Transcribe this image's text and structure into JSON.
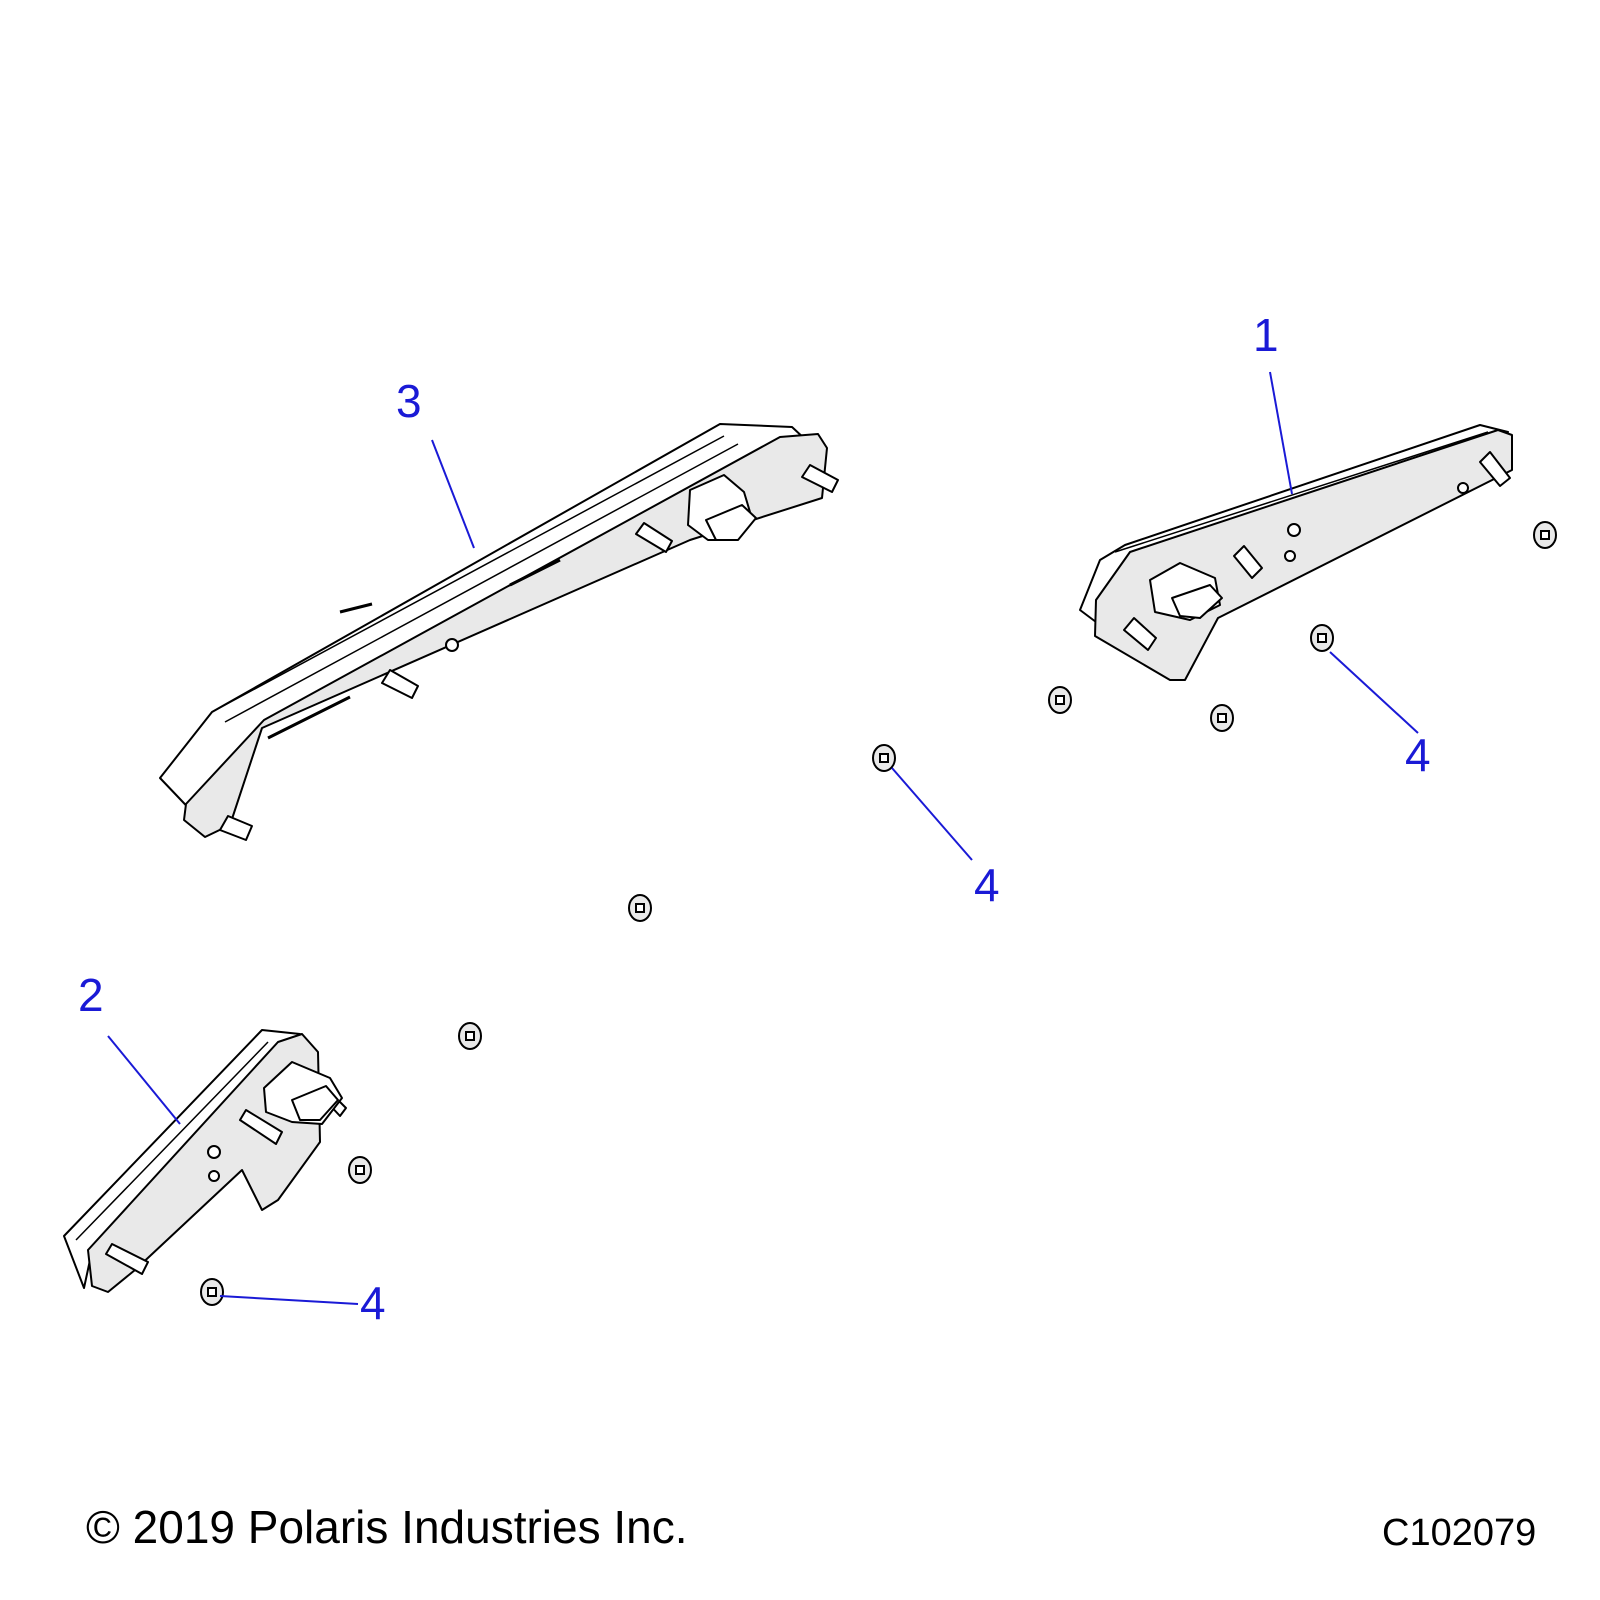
{
  "callouts": {
    "c1": "1",
    "c2": "2",
    "c3": "3",
    "c4a": "4",
    "c4b": "4",
    "c4c": "4"
  },
  "footer": {
    "copyright": "© 2019 Polaris Industries Inc.",
    "code": "C102079"
  },
  "colors": {
    "callout": "#1a1ad6",
    "part_fill": "#e9e9e9",
    "outline": "#000000"
  }
}
